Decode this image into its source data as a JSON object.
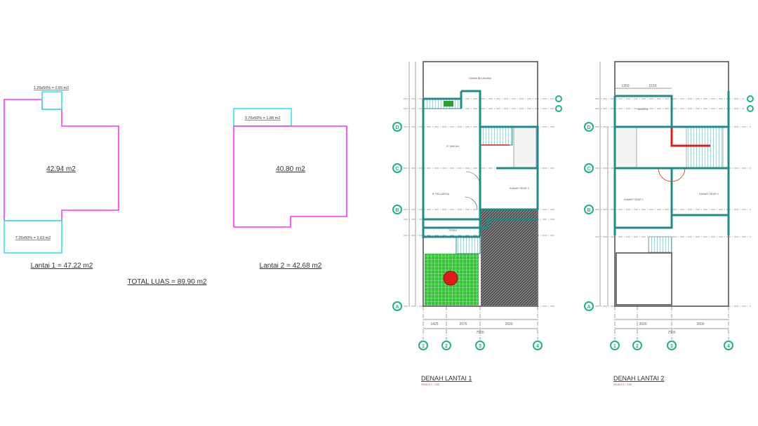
{
  "area_summary": {
    "lantai1": {
      "main_area": "42.94 m2",
      "top_extra": "1.29x50% = 0.65 m2",
      "bottom_extra": "7.26x50% = 3.63 m2",
      "total": "Lantai 1 = 47.22 m2"
    },
    "lantai2": {
      "main_area": "40.80 m2",
      "top_extra": "3.76x50% = 1.88 m2",
      "total": "Lantai 2 = 42.68 m2"
    },
    "grand_total": "TOTAL LUAS = 89.90 m2"
  },
  "plan1": {
    "title": "DENAH LANTAI 1",
    "scale": "SKALA 1 : 100",
    "rooms": [
      "TAMAN BELAKANG",
      "R. MAKAN",
      "R. KELUARGA",
      "KAMAR TIDUR 2",
      "TERAS"
    ],
    "dims_bottom": [
      "1425",
      "2075",
      "2600"
    ],
    "dim_total": "7500"
  },
  "plan2": {
    "title": "DENAH LANTAI 2",
    "scale": "SKALA 1 : 100",
    "rooms": [
      "BALKON",
      "KAMAR TIDUR 1",
      "KAMAR TIDUR 2"
    ],
    "dims_top": [
      "1350",
      "2150"
    ],
    "dims_bottom": [
      "3500",
      "2600"
    ],
    "dim_total": "7500"
  },
  "grid_labels": {
    "rows": [
      "D",
      "C",
      "B",
      "A"
    ],
    "cols": [
      "1",
      "2",
      "3",
      "4"
    ]
  },
  "colors": {
    "area_outline": "#ff33ff",
    "extra_outline": "#33e6e6",
    "wall": "#1f8b8b",
    "grid_bubble": "#1db37d",
    "stair_accent": "#e01b1b",
    "garden": "#37c43a"
  }
}
